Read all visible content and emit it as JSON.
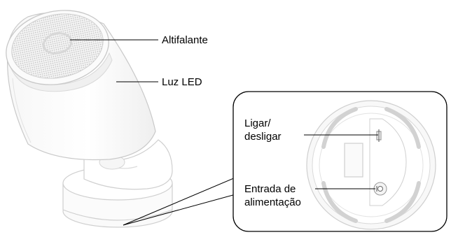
{
  "labels": {
    "speaker": "Altifalante",
    "led": "Luz LED",
    "power_switch_line1": "Ligar/",
    "power_switch_line2": "desligar",
    "power_input_line1": "Entrada de",
    "power_input_line2": "alimentação"
  }
}
